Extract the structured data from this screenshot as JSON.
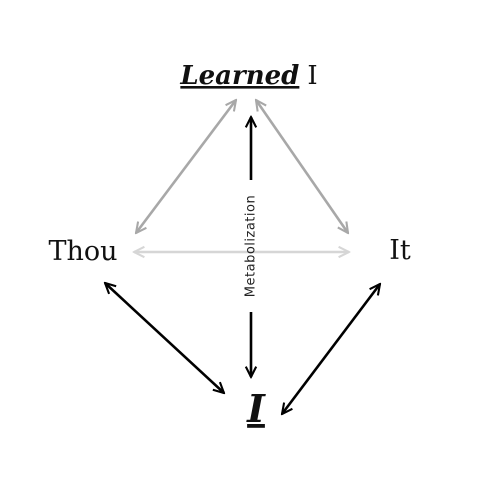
{
  "nodes": {
    "learned_i": {
      "emphasis": "Learned",
      "suffix": "I"
    },
    "thou": {
      "label": "Thou"
    },
    "it": {
      "label": "It"
    },
    "i": {
      "label": "I"
    }
  },
  "edges": {
    "metabolization": {
      "label": "Metabolization"
    }
  },
  "colors": {
    "grey_arrow": "#a8a8a8",
    "light_arrow": "#d6d6d6",
    "black_arrow": "#000000",
    "text": "#111111"
  }
}
